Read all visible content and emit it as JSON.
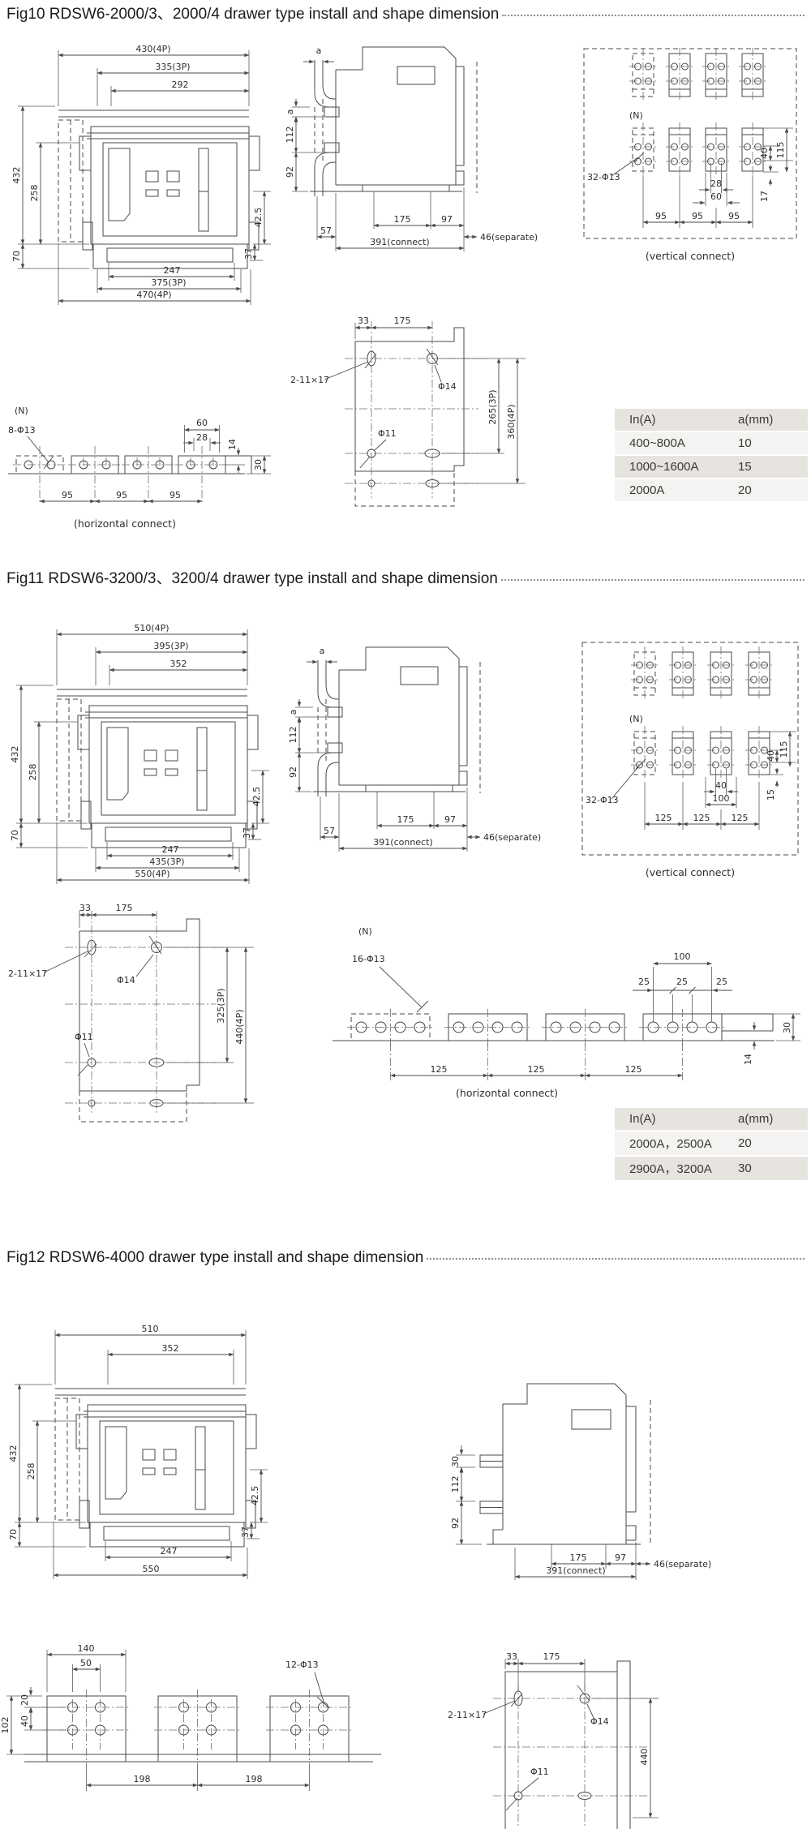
{
  "colors": {
    "line": "#4a4a4a",
    "text": "#2d2d2d",
    "table_header_bg": "#e7e4e0"
  },
  "fig10": {
    "title": "Fig10 RDSW6-2000/3、2000/4 drawer type install and shape dimension",
    "front": {
      "d430": "430(4P)",
      "d335": "335(3P)",
      "d292": "292",
      "d432": "432",
      "d258": "258",
      "d70": "70",
      "d425": "42.5",
      "d37": "37",
      "d247": "247",
      "d375": "375(3P)",
      "d470": "470(4P)"
    },
    "side": {
      "a_top": "a",
      "a_left": "a",
      "d112": "112",
      "d92": "92",
      "d57": "57",
      "d175": "175",
      "d97": "97",
      "connect": "391(connect)",
      "separate": "46(separate)"
    },
    "vertical": {
      "n": "(N)",
      "holes": "32-Φ13",
      "d28": "28",
      "d60": "60",
      "p1": "95",
      "p2": "95",
      "p3": "95",
      "d40": "40",
      "d115": "115",
      "d17": "17",
      "caption": "(vertical connect)"
    },
    "drill": {
      "d33": "33",
      "d175": "175",
      "slot": "2-11×17",
      "h14": "Φ14",
      "h11": "Φ11",
      "d265": "265(3P)",
      "d360": "360(4P)"
    },
    "horizontal": {
      "n": "(N)",
      "holes": "8-Φ13",
      "d60": "60",
      "d28": "28",
      "d14": "14",
      "d30": "30",
      "p1": "95",
      "p2": "95",
      "p3": "95",
      "caption": "(horizontal connect)"
    },
    "table": {
      "c1": "In(A)",
      "c2": "a(mm)",
      "rows": [
        [
          "400~800A",
          "10"
        ],
        [
          "1000~1600A",
          "15"
        ],
        [
          "2000A",
          "20"
        ]
      ]
    }
  },
  "fig11": {
    "title": "Fig11 RDSW6-3200/3、3200/4 drawer type install and shape dimension",
    "front": {
      "d510": "510(4P)",
      "d395": "395(3P)",
      "d352": "352",
      "d432": "432",
      "d258": "258",
      "d70": "70",
      "d425": "42.5",
      "d37": "37",
      "d247": "247",
      "d435": "435(3P)",
      "d550": "550(4P)"
    },
    "side": {
      "a_top": "a",
      "a_left": "a",
      "d112": "112",
      "d92": "92",
      "d57": "57",
      "d175": "175",
      "d97": "97",
      "connect": "391(connect)",
      "separate": "46(separate)"
    },
    "vertical": {
      "n": "(N)",
      "holes": "32-Φ13",
      "d40a": "40",
      "d100": "100",
      "p1": "125",
      "p2": "125",
      "p3": "125",
      "d40b": "40",
      "d115": "115",
      "d15": "15",
      "caption": "(vertical connect)"
    },
    "drill": {
      "d33": "33",
      "d175": "175",
      "slot": "2-11×17",
      "h14": "Φ14",
      "h11": "Φ11",
      "d325": "325(3P)",
      "d440": "440(4P)"
    },
    "horizontal": {
      "n": "(N)",
      "holes": "16-Φ13",
      "d100": "100",
      "d25a": "25",
      "d25b": "25",
      "d25c": "25",
      "d30": "30",
      "d14": "14",
      "p1": "125",
      "p2": "125",
      "p3": "125",
      "caption": "(horizontal connect)"
    },
    "table": {
      "c1": "In(A)",
      "c2": "a(mm)",
      "rows": [
        [
          "2000A，2500A",
          "20"
        ],
        [
          "2900A，3200A",
          "30"
        ]
      ]
    }
  },
  "fig12": {
    "title": "Fig12 RDSW6-4000 drawer type install and shape dimension",
    "front": {
      "d510": "510",
      "d352": "352",
      "d432": "432",
      "d258": "258",
      "d70": "70",
      "d425": "42.5",
      "d37": "37",
      "d247": "247",
      "d550": "550"
    },
    "side": {
      "d30": "30",
      "d112": "112",
      "d92": "92",
      "d175": "175",
      "d97": "97",
      "connect": "391(connect)",
      "separate": "46(separate)"
    },
    "busbar": {
      "d140": "140",
      "d50": "50",
      "d20": "20",
      "d40": "40",
      "d102": "102",
      "d198a": "198",
      "d198b": "198",
      "holes": "12-Φ13"
    },
    "drill": {
      "d33": "33",
      "d175": "175",
      "slot": "2-11×17",
      "h14": "Φ14",
      "h11": "Φ11",
      "d440": "440"
    }
  }
}
